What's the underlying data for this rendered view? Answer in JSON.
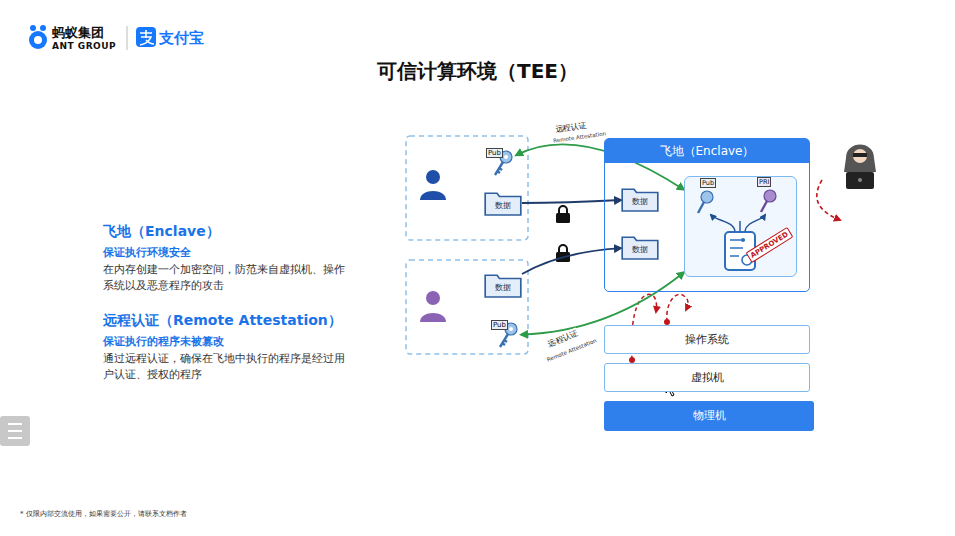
{
  "diagram": {
    "title": "可信计算环境（TEE）",
    "nodes": [
      {
        "text": [
          "飞地（Enclave）"
        ]
      },
      {
        "text": [
          "数据"
        ],
        "in": 0
      },
      {
        "text": [
          "数据"
        ],
        "in": 0
      },
      {
        "text": [
          "APPROVED"
        ],
        "in": 0
      },
      {
        "text": [
          "数据"
        ]
      },
      {
        "text": [
          "数据"
        ]
      },
      {
        "text": [
          "Pub"
        ]
      },
      {
        "text": [
          "Pub"
        ]
      },
      {
        "text": [
          "操作系统"
        ]
      },
      {
        "text": [
          "虚拟机"
        ]
      },
      {
        "text": [
          "物理机"
        ]
      }
    ],
    "edges": [
      {
        "from": 4,
        "to": 1,
        "arrow": "to"
      },
      {
        "from": 5,
        "to": 2,
        "arrow": "to"
      },
      {
        "from": 6,
        "to": 3,
        "label": "远程认证",
        "arrow": "both"
      },
      {
        "from": 7,
        "to": 3,
        "label": "远程认证",
        "arrow": "both"
      }
    ],
    "labels": [
      "蚂蚁集团",
      "ANT GROUP",
      "支付宝",
      "飞地（Enclave）",
      "保证执行环境安全",
      "在内存创建一个加密空间，防范来自虚拟机、操作系统以及恶意程序的攻击",
      "远程认证（Remote Attestation）",
      "保证执行的程序未被篡改",
      "通过远程认证，确保在飞地中执行的程序是经过用户认证、授权的程序",
      "Remote Attestation",
      "Remote Attestation",
      "Pub",
      "PRI",
      "* 仅限内部交流使用，如果需要公开，请联系文档作者"
    ]
  }
}
